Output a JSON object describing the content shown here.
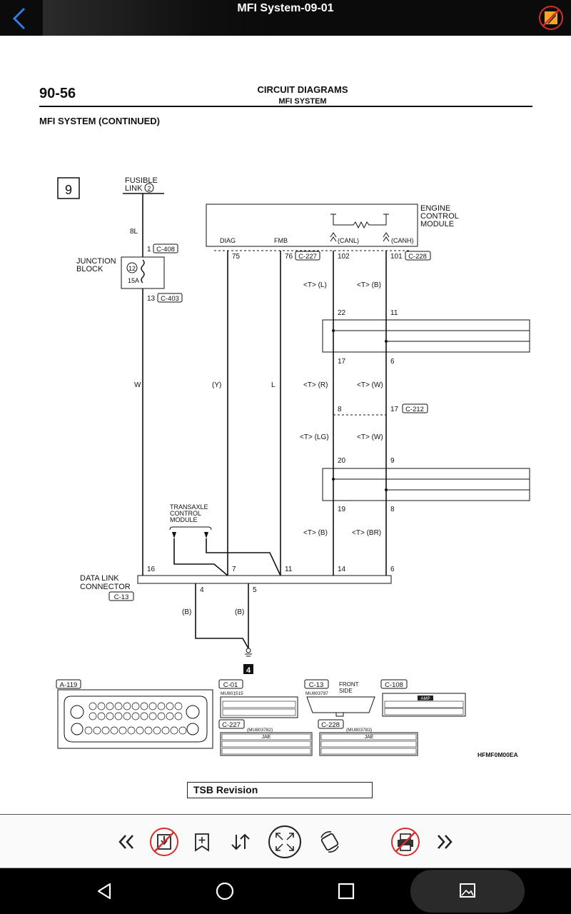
{
  "app": {
    "title": "MFI System-09-01"
  },
  "page": {
    "page_number": "90-56",
    "heading": "CIRCUIT DIAGRAMS",
    "subheading": "MFI SYSTEM",
    "section_title": "MFI SYSTEM (CONTINUED)",
    "figure_code": "HFMF0M00EA",
    "tsb_label": "TSB Revision"
  },
  "diagram": {
    "sheet_number": "9",
    "fusible_link": {
      "line1": "FUSIBLE",
      "line2": "LINK",
      "number": "2"
    },
    "wire_gauge": "8L",
    "junction_block": {
      "line1": "JUNCTION",
      "line2": "BLOCK",
      "fuse_number": "12",
      "fuse_rating": "15A"
    },
    "pins": {
      "jb_in": "1",
      "jb_out": "13",
      "ecm_diag": "75",
      "ecm_fmb": "76",
      "canl": "102",
      "canh": "101",
      "j1_l_top": "22",
      "j1_r_top": "11",
      "j1_l_bot": "17",
      "j1_r_bot": "6",
      "c212_l": "8",
      "c212_r": "17",
      "j2_l_top": "20",
      "j2_r_top": "9",
      "j2_l_bot": "19",
      "j2_r_bot": "8",
      "dlc_16": "16",
      "dlc_7": "7",
      "dlc_11": "11",
      "dlc_14": "14",
      "dlc_6": "6",
      "dlc_4": "4",
      "dlc_5": "5"
    },
    "connectors": {
      "c408": "C-408",
      "c403": "C-403",
      "c227": "C-227",
      "c228": "C-228",
      "c212": "C-212",
      "c13": "C-13"
    },
    "ecm": {
      "line1": "ENGINE",
      "line2": "CONTROL",
      "line3": "MODULE",
      "diag": "DIAG",
      "fmb": "FMB",
      "canl": "(CANL)",
      "canh": "(CANH)"
    },
    "wire_colors": {
      "w": "W",
      "y": "(Y)",
      "l": "L",
      "t_l": "<T> (L)",
      "t_b": "<T> (B)",
      "t_r": "<T> (R)",
      "t_w": "<T> (W)",
      "t_lg": "<T> (LG)",
      "t_w2": "<T> (W)",
      "t_b2": "<T> (B)",
      "t_br": "<T> (BR)",
      "b1": "(B)",
      "b2": "(B)"
    },
    "tcm": {
      "line1": "TRANSAXLE",
      "line2": "CONTROL",
      "line3": "MODULE"
    },
    "dlc": {
      "line1": "DATA LINK",
      "line2": "CONNECTOR"
    },
    "ground": "4",
    "connector_views": {
      "a119": "A-119",
      "c01": "C-01",
      "c01_part": "MU801515",
      "c13": "C-13",
      "c13_part": "MU803797",
      "c13_side1": "FRONT",
      "c13_side2": "SIDE",
      "c108": "C-108",
      "c108_tag": "AMP",
      "c227": "C-227",
      "c227_part": "(MU803782)",
      "c227_tag": "JAE",
      "c228": "C-228",
      "c228_part": "(MU803783)",
      "c228_tag": "JAE"
    }
  },
  "toolbar": {
    "items": [
      "previous-page",
      "download-disabled",
      "bookmark-add",
      "sort",
      "fit-screen",
      "rotate",
      "print-disabled",
      "next-page"
    ]
  },
  "colors": {
    "topbar": "#0b0b0b",
    "accent_blue": "#2f7de1",
    "disabled_red": "#d32f2f",
    "note_orange": "#f5a623"
  }
}
